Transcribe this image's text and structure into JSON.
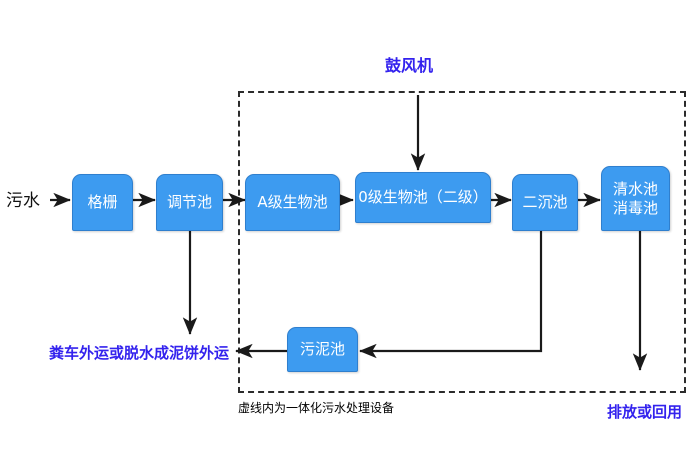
{
  "diagram": {
    "title_hidden": "",
    "colors": {
      "box_fill": "#3d9bf0",
      "box_border": "#2f7fce",
      "box_text": "#ffffff",
      "accent_text": "#3322ee",
      "plain_text": "#111111",
      "wire": "#1a1a1a",
      "frame": "#2b2b2b",
      "background": "#ffffff"
    },
    "inlet_label": "污水",
    "blower_label": "鼓风机",
    "frame_caption": "虚线内为一体化污水处理设备",
    "sludge_outlet_label": "粪车外运或脱水成泥饼外运",
    "effluent_outlet_label": "排放或回用",
    "nodes": [
      {
        "id": "grating",
        "label": "格栅",
        "lines": [
          "格栅"
        ]
      },
      {
        "id": "equalization",
        "label": "调节池",
        "lines": [
          "调节池"
        ]
      },
      {
        "id": "a-stage-bio",
        "label": "A级生物池",
        "lines": [
          "A级生物池"
        ]
      },
      {
        "id": "o-stage-bio",
        "label": "0级生物池（二级）",
        "lines": [
          "0级生物池（二级）"
        ]
      },
      {
        "id": "secondary-clarifier",
        "label": "二沉池",
        "lines": [
          "二沉池"
        ]
      },
      {
        "id": "clearwater-disinfect",
        "label": "清水池 消毒池",
        "lines": [
          "清水池",
          "消毒池"
        ]
      },
      {
        "id": "sludge-tank",
        "label": "污泥池",
        "lines": [
          "污泥池"
        ]
      }
    ],
    "flow_sequence": [
      "污水",
      "格栅",
      "调节池",
      "A级生物池",
      "0级生物池（二级）",
      "二沉池",
      "清水池 消毒池",
      "排放或回用"
    ],
    "connections": [
      {
        "from": "污水",
        "to": "格栅",
        "type": "arrow"
      },
      {
        "from": "格栅",
        "to": "调节池",
        "type": "arrow"
      },
      {
        "from": "调节池",
        "to": "A级生物池",
        "type": "arrow"
      },
      {
        "from": "A级生物池",
        "to": "0级生物池（二级）",
        "type": "arrow"
      },
      {
        "from": "0级生物池（二级）",
        "to": "二沉池",
        "type": "arrow"
      },
      {
        "from": "二沉池",
        "to": "清水池 消毒池",
        "type": "arrow"
      },
      {
        "from": "鼓风机",
        "to": "0级生物池（二级）",
        "type": "arrow"
      },
      {
        "from": "调节池",
        "to": "粪车外运或脱水成泥饼外运",
        "type": "arrow"
      },
      {
        "from": "二沉池",
        "to": "污泥池",
        "type": "arrow"
      },
      {
        "from": "污泥池",
        "to": "粪车外运或脱水成泥饼外运",
        "type": "arrow"
      },
      {
        "from": "清水池 消毒池",
        "to": "排放或回用",
        "type": "arrow"
      }
    ]
  }
}
